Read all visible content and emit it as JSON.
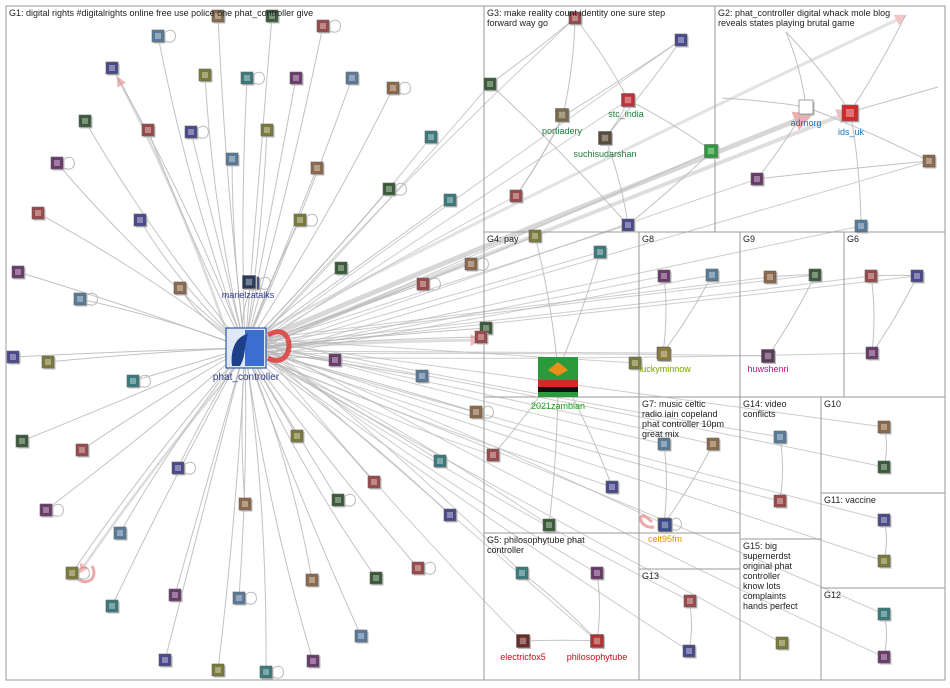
{
  "groups": [
    {
      "id": "G1",
      "title": "G1: digital rights #digitalrights online free use police one phat_controller give"
    },
    {
      "id": "G2",
      "title": "G2: phat_controller digital whack mole blog reveals states playing brutal game"
    },
    {
      "id": "G3",
      "title": "G3: make reality count identity one sure step forward way go"
    },
    {
      "id": "G4",
      "title": "G4: pay"
    },
    {
      "id": "G5",
      "title": "G5: philosophytube phat controller"
    },
    {
      "id": "G6",
      "title": "G6"
    },
    {
      "id": "G7",
      "title": "G7: music celtic radio iain copeland phat controller 10pm great mix"
    },
    {
      "id": "G8",
      "title": "G8"
    },
    {
      "id": "G9",
      "title": "G9"
    },
    {
      "id": "G10",
      "title": "G10"
    },
    {
      "id": "G11",
      "title": "G11: vaccine"
    },
    {
      "id": "G12",
      "title": "G12"
    },
    {
      "id": "G13",
      "title": "G13"
    },
    {
      "id": "G14",
      "title": "G14: video conflicts"
    },
    {
      "id": "G15",
      "title": "G15: big supernerdst original phat controller know lots complaints hands perfect"
    }
  ],
  "labels": {
    "phat_controller": "phat_controller",
    "marielzatalks": "marielzatalks",
    "portiadery": "portiadery",
    "stc_india": "stc_india",
    "suchisudarshan": "suchisudarshan",
    "adrnorg": "adrnorg",
    "ids_uk": "ids_uk",
    "zambian": "2021zambian",
    "luckyminnow": "luckyminnow",
    "huwshenri": "huwshenri",
    "celt95fm": "celt95fm",
    "electricfox5": "electricfox5",
    "philosophytube": "philosophytube"
  },
  "colors": {
    "g1_label": "#2b3a8c",
    "g2_label": "#1a73b8",
    "g3_label": "#1d7a3a",
    "g4_label": "#1a9a1a",
    "g7_label": "#d99400",
    "g5_label": "#c0101a",
    "g9_label": "#b0187a",
    "g8_label": "#7aa000",
    "edge": "#b8b8b8",
    "strong_edge": "#e07070",
    "frame": "#9a9a9a"
  }
}
